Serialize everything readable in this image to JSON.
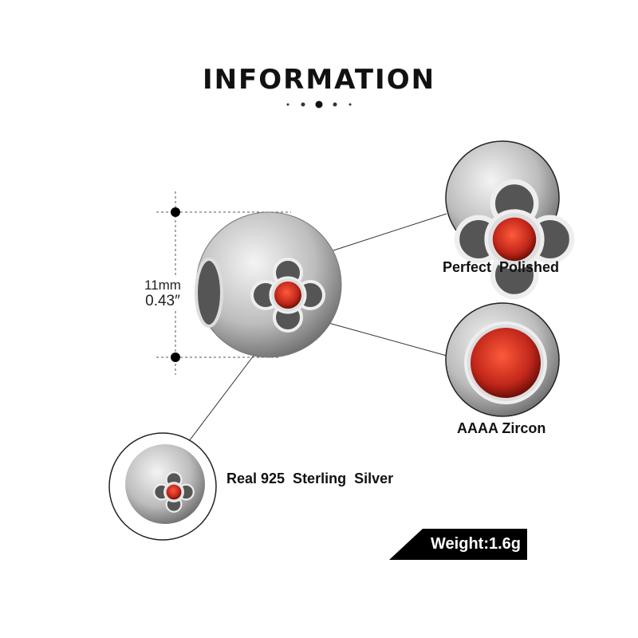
{
  "header": {
    "title": "INFORMATION"
  },
  "dimensions": {
    "mm": "11mm",
    "inch": "0.43″"
  },
  "features": [
    {
      "label": "Perfect  Polished"
    },
    {
      "label": "AAAA Zircon"
    },
    {
      "label": "Real 925  Sterling  Silver"
    }
  ],
  "weight": {
    "label": "Weight:1.6g"
  },
  "colors": {
    "stone": "#c0261a",
    "silver": "#b8b8b8",
    "dark": "#111111"
  }
}
